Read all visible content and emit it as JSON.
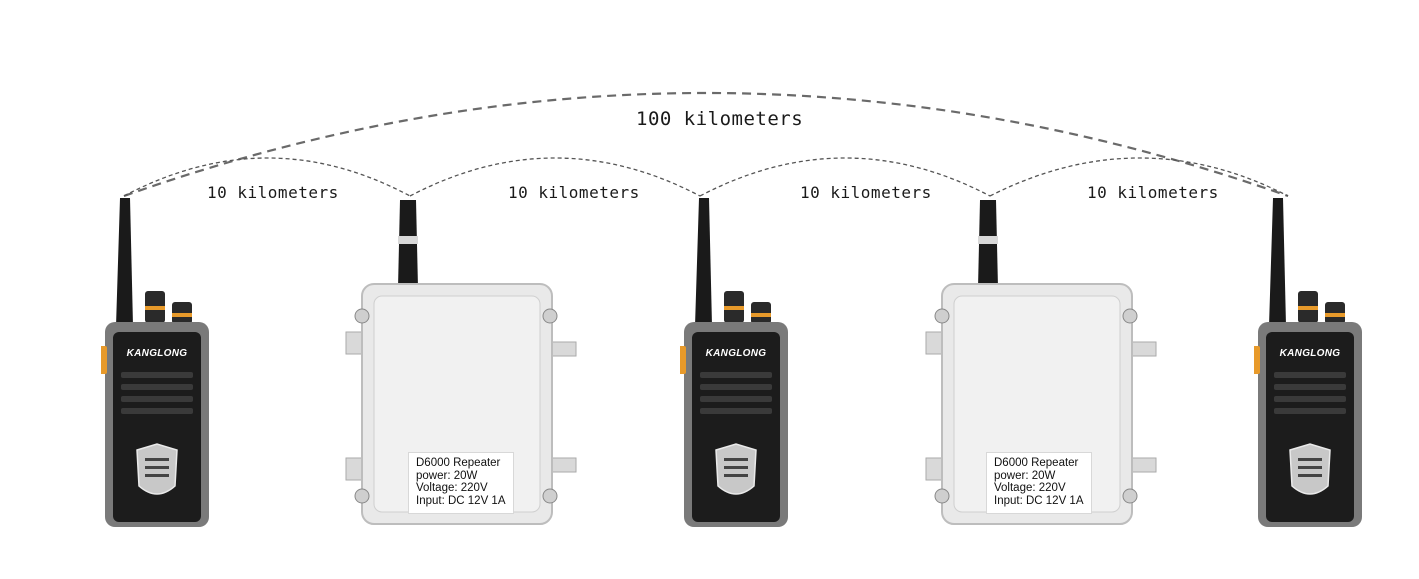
{
  "links": {
    "overall": "100 kilometers",
    "hops": [
      "10 kilometers",
      "10 kilometers",
      "10 kilometers",
      "10 kilometers"
    ]
  },
  "radio": {
    "brand": "KANGLONG"
  },
  "repeaters": [
    {
      "lines": [
        "D6000 Repeater",
        "power: 20W",
        "Voltage: 220V",
        "Input: DC 12V 1A"
      ]
    },
    {
      "lines": [
        "D6000 Repeater",
        "power: 20W",
        "Voltage: 220V",
        "Input: DC 12V 1A"
      ]
    }
  ],
  "colors": {
    "radio_body": "#7a7a7a",
    "radio_front": "#1c1c1c",
    "accent_orange": "#e89a2a",
    "enclosure": "#eeeeee",
    "link_line": "#555555"
  }
}
